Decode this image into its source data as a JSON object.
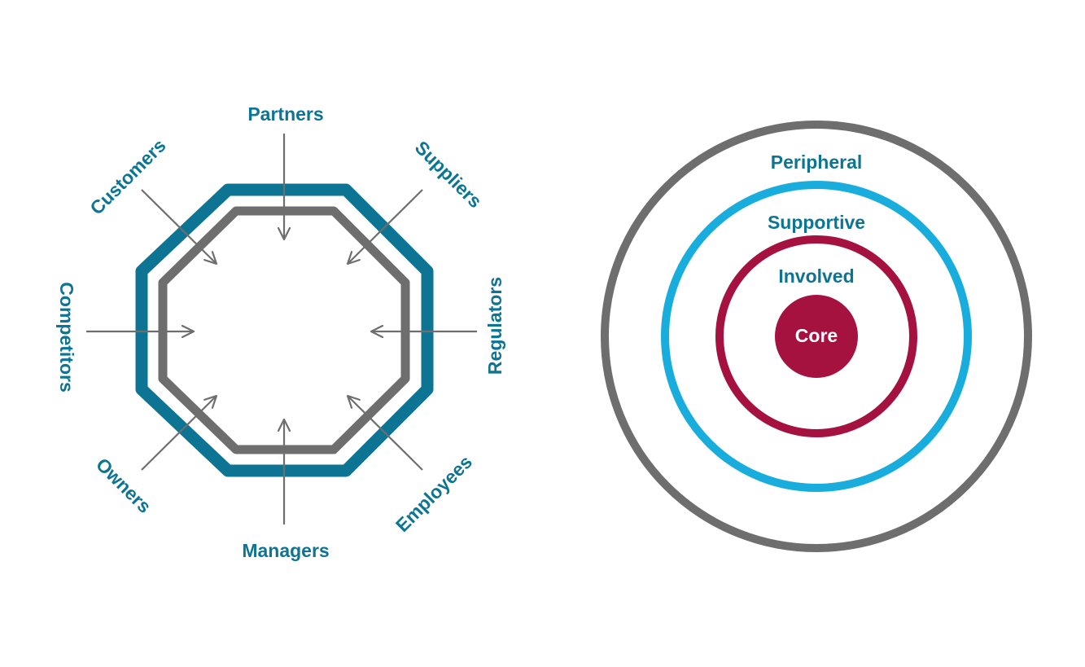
{
  "colors": {
    "teal": "#0e7493",
    "gray": "#6e6e6e",
    "sky": "#18addc",
    "crimson": "#a6123f",
    "arrow": "#6e6e6e",
    "white": "#ffffff"
  },
  "stakeholders": {
    "partners": "Partners",
    "suppliers": "Suppliers",
    "regulators": "Regulators",
    "employees": "Employees",
    "managers": "Managers",
    "owners": "Owners",
    "competitors": "Competitors",
    "customers": "Customers"
  },
  "levels": {
    "peripheral": "Peripheral",
    "supportive": "Supportive",
    "involved": "Involved",
    "core": "Core"
  }
}
